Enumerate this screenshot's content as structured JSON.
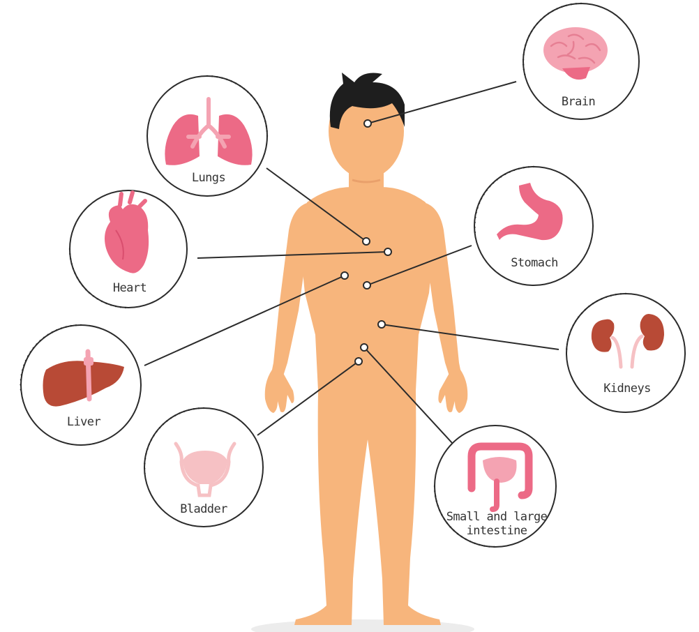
{
  "diagram": {
    "colors": {
      "skin": "#f7b57c",
      "hair": "#1e1e1e",
      "outline": "#2b2b2b",
      "organ_pink": "#ec6a86",
      "organ_light_pink": "#f4a3b2",
      "liver_kidney_brown": "#b84a36",
      "bladder_pink": "#f6c1c4"
    },
    "organs": [
      {
        "id": "brain",
        "label": "Brain",
        "icon": "brain-icon"
      },
      {
        "id": "lungs",
        "label": "Lungs",
        "icon": "lungs-icon"
      },
      {
        "id": "heart",
        "label": "Heart",
        "icon": "heart-icon"
      },
      {
        "id": "stomach",
        "label": "Stomach",
        "icon": "stomach-icon"
      },
      {
        "id": "kidneys",
        "label": "Kidneys",
        "icon": "kidneys-icon"
      },
      {
        "id": "liver",
        "label": "Liver",
        "icon": "liver-icon"
      },
      {
        "id": "bladder",
        "label": "Bladder",
        "icon": "bladder-icon"
      },
      {
        "id": "intestine",
        "label_lines": [
          "Small and large",
          "intestine"
        ],
        "icon": "intestine-icon"
      }
    ]
  }
}
